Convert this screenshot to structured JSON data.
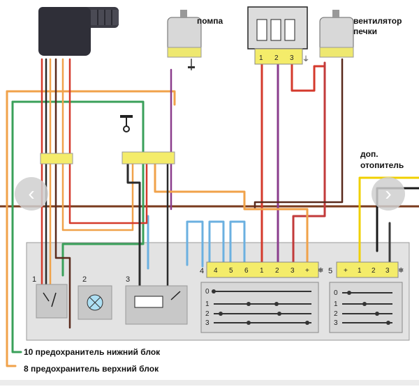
{
  "labels": {
    "pump": "помпа",
    "fan_line1": "вентилятор",
    "fan_line2": "печки",
    "aux_line1": "доп.",
    "aux_line2": "отопитель",
    "fuse_lower": "10 предохранитель нижний блок",
    "fuse_upper": "8 предохранитель верхний блок"
  },
  "component_numbers": [
    "1",
    "2",
    "3",
    "4",
    "5"
  ],
  "top_connector_pins": [
    "1",
    "2",
    "3"
  ],
  "switch4_pins": [
    "4",
    "5",
    "6",
    "1",
    "2",
    "3",
    "+"
  ],
  "switch5_pins": [
    "+",
    "1",
    "2",
    "3"
  ],
  "switch_positions": [
    "0",
    "1",
    "2",
    "3"
  ],
  "symbols": {
    "ground": "⏚",
    "fan": "❄"
  },
  "nav": {
    "prev": "‹",
    "next": "›"
  },
  "colors": {
    "wire_red": "#d43a2c",
    "wire_orange": "#f0a24a",
    "wire_green": "#3aa05a",
    "wire_blue": "#6bb0e0",
    "wire_violet": "#8a3c8c",
    "wire_brown": "#5a2a1c",
    "wire_black": "#2a2a2a",
    "wire_yellow": "#f0d000",
    "connector_yellow": "#f4ec6a",
    "panel_gray": "#e4e4e4"
  }
}
